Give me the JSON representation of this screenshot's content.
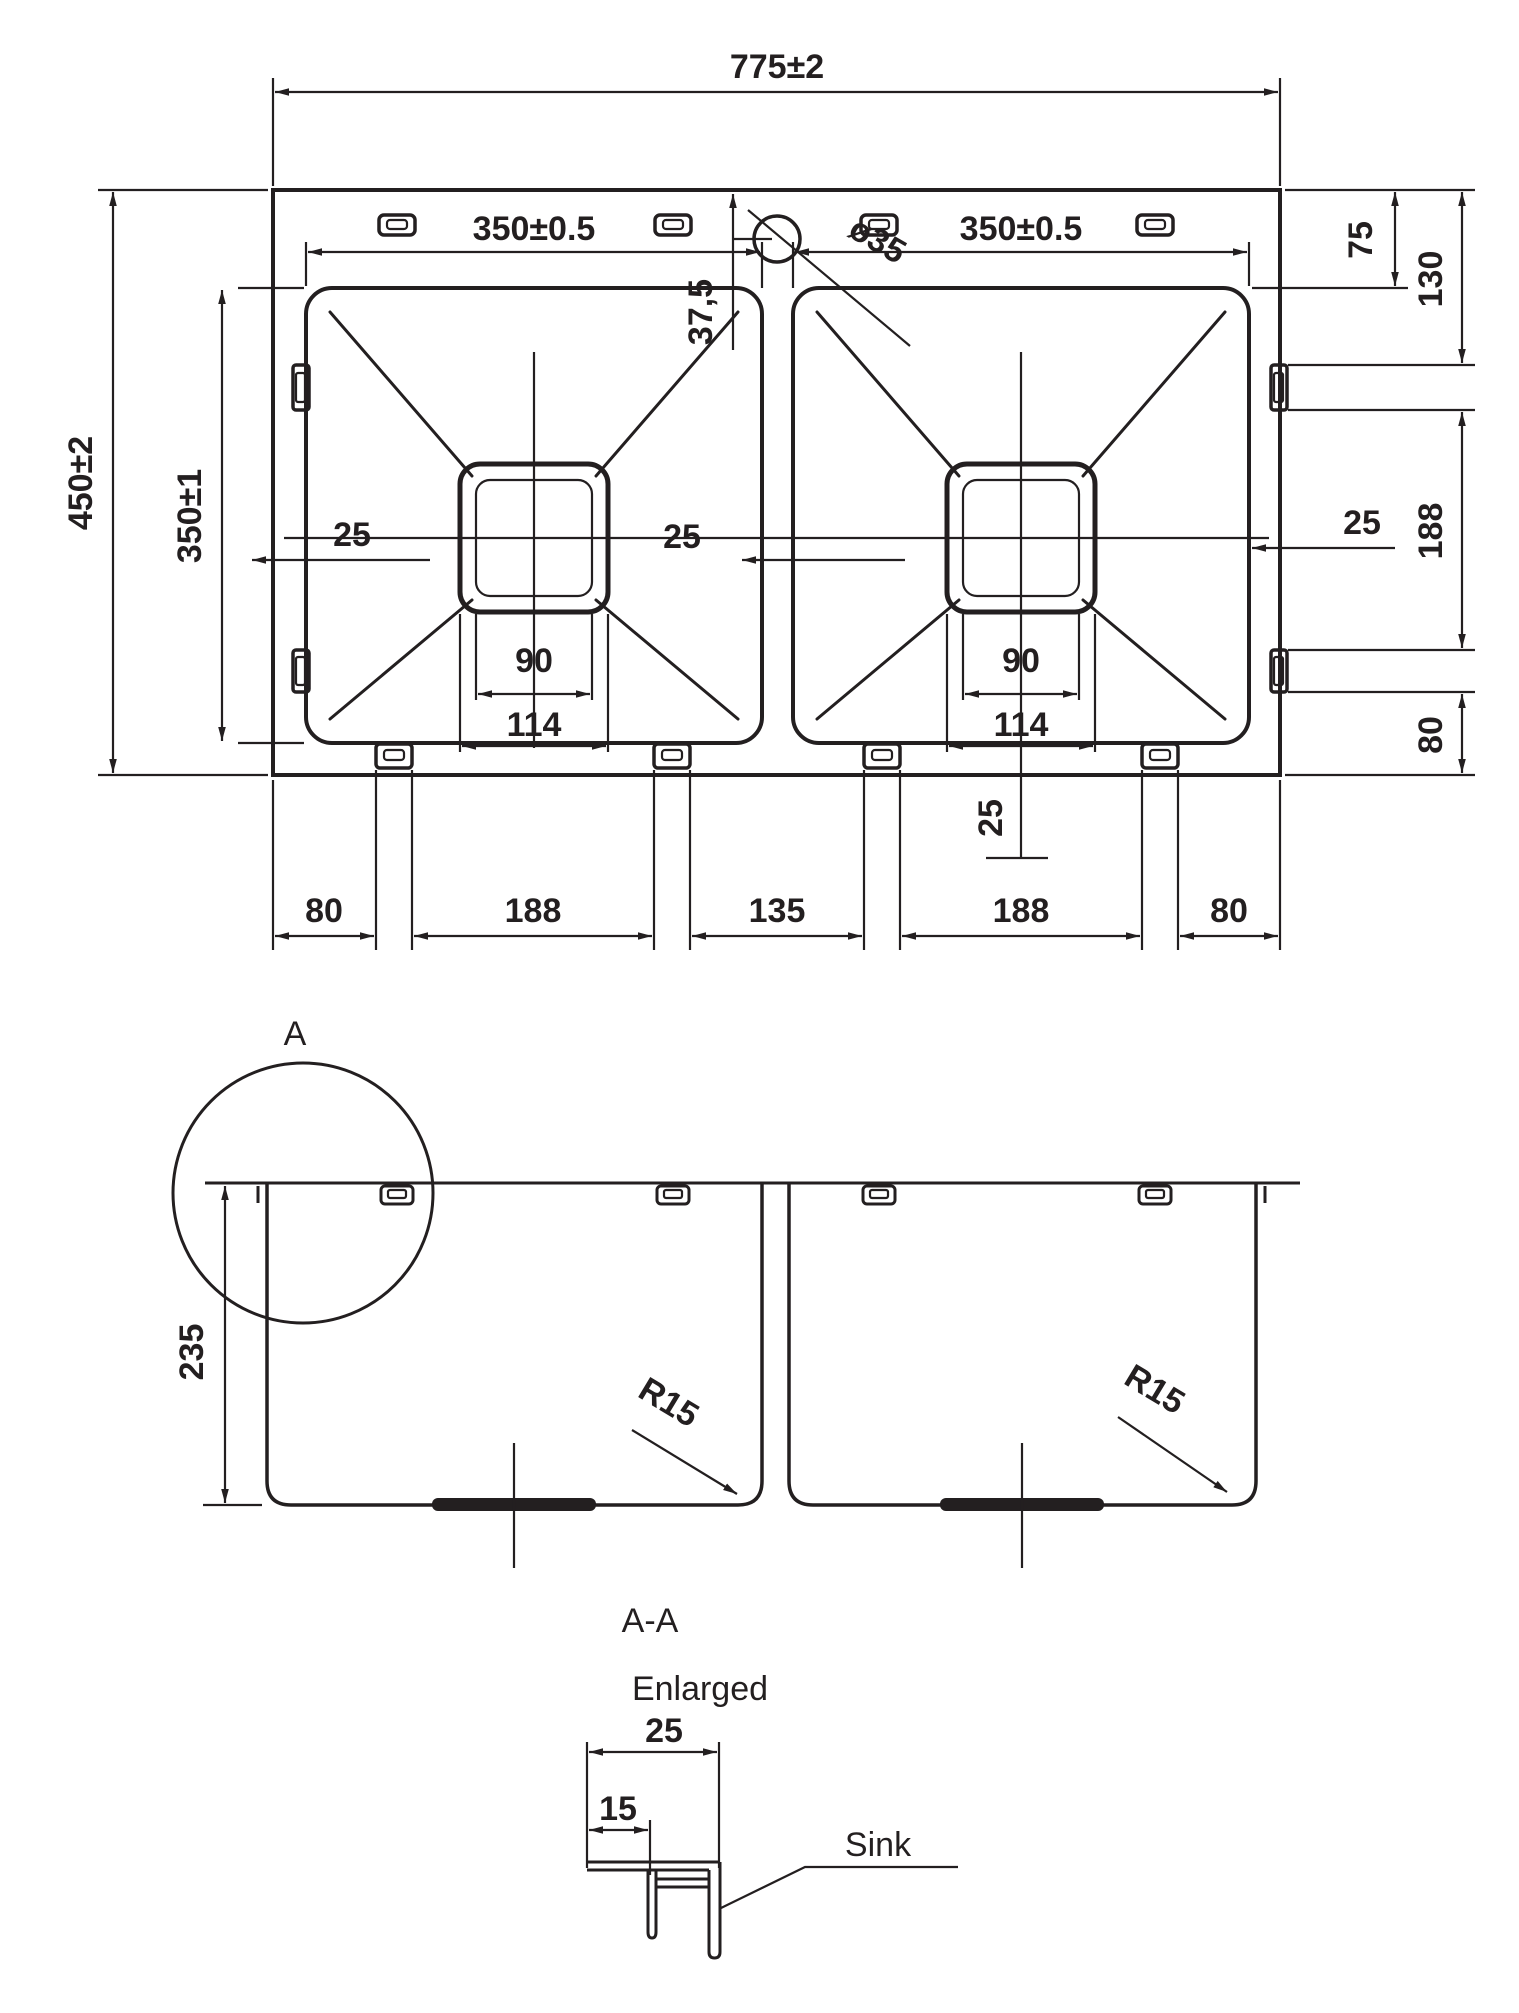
{
  "colors": {
    "line": "#231f20",
    "background": "#ffffff"
  },
  "plan": {
    "overall_width": "775±2",
    "bowl_width_left": "350±0.5",
    "bowl_width_right": "350±0.5",
    "overall_depth": "450±2",
    "bowl_depth": "350±1",
    "faucet_offset": "37,5",
    "faucet_diameter": "ø35",
    "rim_left": "25",
    "rim_divider": "25",
    "rim_right": "25",
    "edge_to_bowl_top": "75",
    "edge_to_clip": "130",
    "clip_spacing": "188",
    "clip_to_edge": "80",
    "drain_inner_left": "90",
    "drain_outer_left": "114",
    "drain_inner_right": "90",
    "drain_outer_right": "114",
    "drain_offset": "25",
    "bottom_chain": [
      "80",
      "188",
      "135",
      "188",
      "80"
    ]
  },
  "section": {
    "detail_marker": "A",
    "bowl_depth": "235",
    "corner_radius_left": "R15",
    "corner_radius_right": "R15",
    "title": "A-A",
    "subtitle": "Enlarged"
  },
  "detail": {
    "rim_width": "25",
    "lip_offset": "15",
    "sink_label": "Sink"
  }
}
